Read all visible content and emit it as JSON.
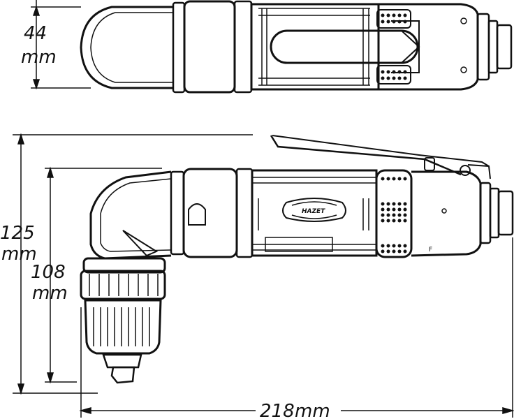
{
  "dimensions": {
    "width_value": "44",
    "width_unit": "mm",
    "height_total_value": "125",
    "height_total_unit": "mm",
    "height_chuck_value": "108",
    "height_chuck_unit": "mm",
    "length_value": "218",
    "length_unit": "mm"
  },
  "branding": {
    "logo": "HAZET"
  },
  "markings": {
    "direction": "F"
  },
  "colors": {
    "line": "#111111",
    "background": "#ffffff"
  }
}
